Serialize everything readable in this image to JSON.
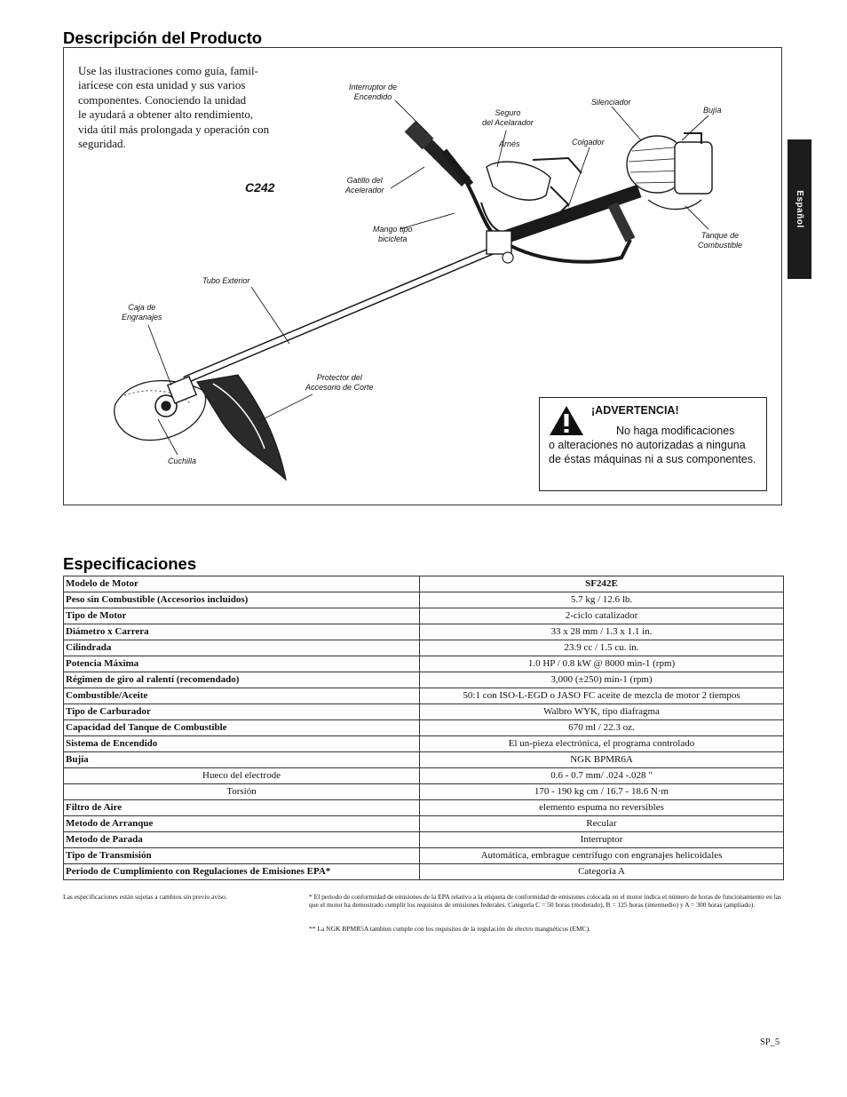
{
  "description": {
    "title": "Descripción del Producto",
    "intro": "Use las ilustraciones como guía, famil-\niarícese con esta unidad y sus varios\ncomponentes.  Conociendo la unidad\nle ayudará a obtener alto rendimiento,\nvida útil más prolongada y operación con\nseguridad.",
    "model": "C242",
    "labels": {
      "interruptor": "Interruptor de\nEncendido",
      "seguro": "Seguro\ndel Acelarador",
      "silenciador": "Silenciador",
      "bujia": "Bujía",
      "arnes": "Arnés",
      "colgador": "Colgador",
      "gatillo": "Gatillo del\nAcelerador",
      "mango": "Mango tipo\nbicicleta",
      "tanque": "Tanque de\nCombustible",
      "tubo": "Tubo Exterior",
      "caja": "Caja de\nEngranajes",
      "protector": "Protector del\nAccesorio de Corte",
      "cuchilla": "Cuchilla"
    }
  },
  "warning": {
    "title": "¡ADVERTENCIA!",
    "line1": "No haga modificaciones",
    "rest": "o alteraciones  no autorizadas a ninguna de éstas máquinas ni a sus componentes."
  },
  "side_tab": "Español",
  "specs": {
    "title": "Especificaciones",
    "rows": [
      {
        "k": "Modelo de Motor",
        "v": "SF242E"
      },
      {
        "k": "Peso sin Combustible (Accesorios incluidos)",
        "v": "5.7 kg / 12.6 lb."
      },
      {
        "k": "Tipo de Motor",
        "v": "2-ciclo catalizador"
      },
      {
        "k": "Diámetro x Carrera",
        "v": "33 x 28 mm / 1.3 x 1.1 in."
      },
      {
        "k": "Cilindrada",
        "v": "23.9 cc / 1.5 cu. in."
      },
      {
        "k": "Potencia Máxima",
        "v": "1.0 HP / 0.8 kW @ 8000 min-1 (rpm)"
      },
      {
        "k": "Régimen de giro al ralentí (recomendado)",
        "v": "3,000 (±250) min-1 (rpm)"
      },
      {
        "k": "Combustible/Aceite",
        "v": "50:1 con ISO-L-EGD o JASO FC aceite de mezcla de motor 2 tiempos"
      },
      {
        "k": "Tipo de Carburador",
        "v": "Walbro WYK, tipo diafragma"
      },
      {
        "k": "Capacidad del Tanque de Combustible",
        "v": "670 ml / 22.3 oz."
      },
      {
        "k": "Sistema de Encendido",
        "v": "El un-pieza electrónica, el programa controlado"
      },
      {
        "k": "Bujía",
        "v": "NGK BPMR6A"
      },
      {
        "k": "Hueco del electrode",
        "v": "0.6 - 0.7 mm/ .024 -.028 \""
      },
      {
        "k": "Torsión",
        "v": "170 - 190 kg cm / 16.7 - 18.6 N·m"
      },
      {
        "k": "Filtro de Aire",
        "v": "elemento espuma no reversibles"
      },
      {
        "k": "Metodo de Arranque",
        "v": "Recular"
      },
      {
        "k": "Metodo de Parada",
        "v": "Interruptor"
      },
      {
        "k": "Tipo de Transmisión",
        "v": "Automática, embrague centrífugo con engranajes helicoidales"
      },
      {
        "k": "Periodo de Cumplimiento con Regulaciones de Emisiones EPA*",
        "v": "Categoria A"
      }
    ]
  },
  "footnotes": {
    "left": "Las especificaciones están sujetas a cambios sin previo aviso.",
    "epa": "* El periodo de conformidad de emisiones de la EPA relativo a la etiqueta de conformidad de emisiones colocada en el motor indica el número de horas de funcionamiento en las que el motor ha demostrado cumplir los requisitos de emisiones federales.  Categoría C = 50 horas (moderado), B = 125 horas (intermedio) y A = 300 horas (ampliado).",
    "ngk": "** La NGK BPMR5A tambien cumple con los requisitos de la regulación de electro  mangnéticos (EMC)."
  },
  "page_number": "SP_5"
}
